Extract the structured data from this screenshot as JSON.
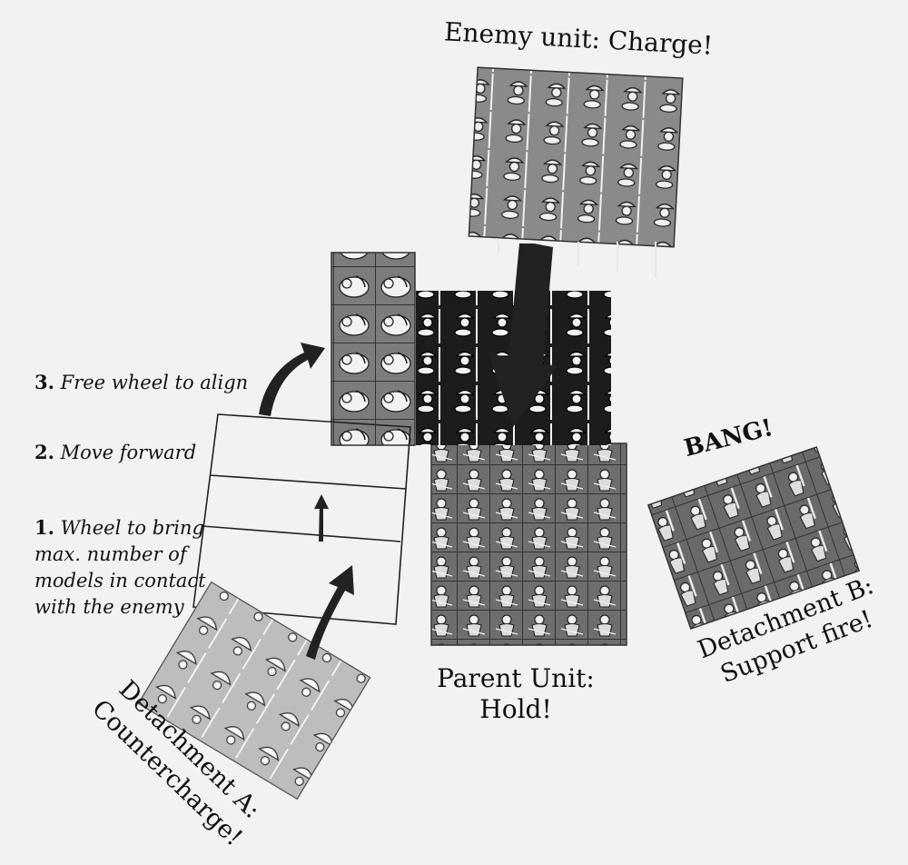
{
  "labels": {
    "enemy": "Enemy unit: Charge!",
    "parent_line1": "Parent Unit:",
    "parent_line2": "Hold!",
    "bang": "BANG!",
    "detB_line1": "Detachment B:",
    "detB_line2": "Support fire!",
    "detA_line1": "Detachment A:",
    "detA_line2": "Countercharge!"
  },
  "steps": [
    {
      "num": "3.",
      "text": "Free wheel to align"
    },
    {
      "num": "2.",
      "text": "Move forward"
    },
    {
      "num": "1.",
      "text": "Wheel to bring",
      "more": [
        "max. number of",
        "models in contact",
        "with the enemy"
      ]
    }
  ],
  "colors": {
    "enemy_block": "#8a8a8a",
    "parent_block": "#6e6e6e",
    "engaged_block": "#1c1c1c",
    "detA_block": "#bdbdbd",
    "detB_block": "#6a6a6a",
    "arrow": "#222222",
    "figure_light": "#f4f4f4"
  }
}
